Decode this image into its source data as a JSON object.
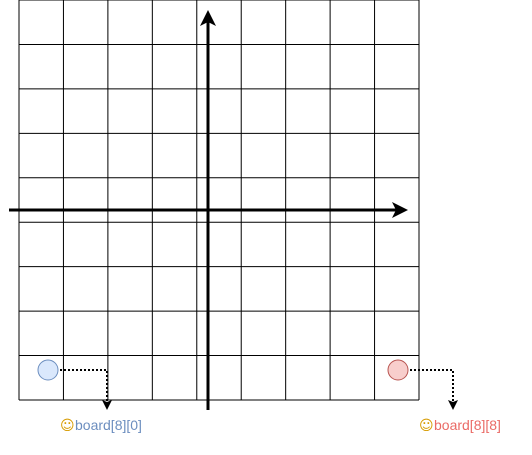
{
  "grid": {
    "rows": 9,
    "cols": 9
  },
  "colors": {
    "grid": "#000000",
    "axis": "#000000",
    "marker_left_fill": "#dae8fc",
    "marker_left_stroke": "#6c8ebf",
    "marker_right_fill": "#f8cecc",
    "marker_right_stroke": "#b85450",
    "label_left_color": "#6c8ebf",
    "label_right_color": "#ea6b66"
  },
  "markers": [
    {
      "row": 8,
      "col": 0,
      "label": "board[8][0]",
      "icon": "person-icon"
    },
    {
      "row": 8,
      "col": 8,
      "label": "board[8][8]",
      "icon": "person-icon"
    }
  ]
}
